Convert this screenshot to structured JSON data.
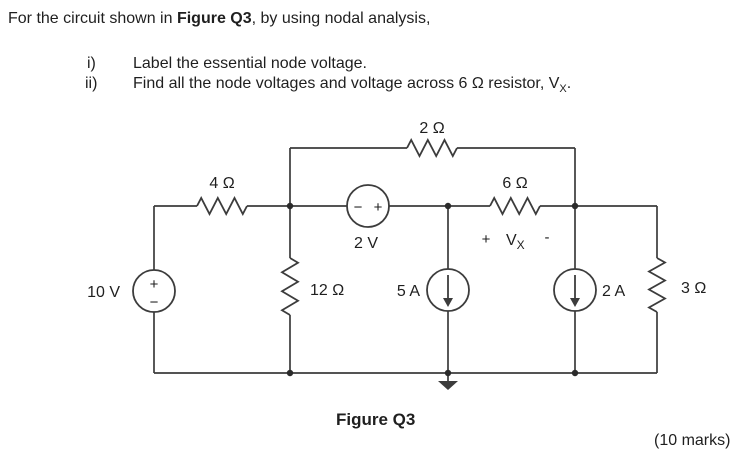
{
  "colors": {
    "background": "#ffffff",
    "wire": "#3c3c3c",
    "text": "#1f1f1f"
  },
  "question": {
    "line1_prefix": "For the circuit shown in ",
    "line1_bold": "Figure Q3",
    "line1_suffix": ", by using nodal analysis,",
    "item1_marker": "i)",
    "item1_text": "Label the essential node voltage.",
    "item2_marker": "ii)",
    "item2_prefix": "Find all the node voltages and voltage across 6 Ω resistor, ",
    "item2_vx_base": "V",
    "item2_vx_sub": "X",
    "item2_suffix": "."
  },
  "circuit": {
    "resistors": {
      "r4": "4 Ω",
      "r2": "2 Ω",
      "r6": "6 Ω",
      "r12": "12 Ω",
      "r3": "3 Ω"
    },
    "sources": {
      "v10": {
        "label": "10 V",
        "plus": "+",
        "minus": "−"
      },
      "v2": {
        "label": "2 V",
        "minus": "−",
        "plus": "+"
      },
      "i5": {
        "label": "5 A"
      },
      "i2": {
        "label": "2 A"
      }
    },
    "vx": {
      "plus": "+",
      "base": "V",
      "sub": "X",
      "minus": "-"
    }
  },
  "figure": {
    "caption": "Figure Q3",
    "marks": "(10 marks)"
  }
}
